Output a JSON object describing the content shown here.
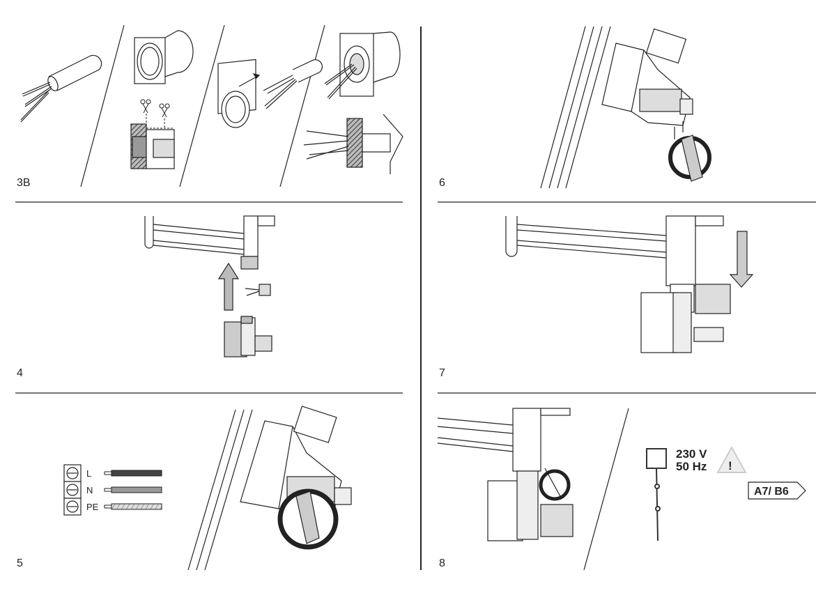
{
  "steps": [
    {
      "id": "3B",
      "label": "3B"
    },
    {
      "id": "4",
      "label": "4"
    },
    {
      "id": "5",
      "label": "5"
    },
    {
      "id": "6",
      "label": "6"
    },
    {
      "id": "7",
      "label": "7"
    },
    {
      "id": "8",
      "label": "8"
    }
  ],
  "wiring": {
    "terminals": [
      {
        "label": "L",
        "wire_color": "#444444"
      },
      {
        "label": "N",
        "wire_color": "#999999"
      },
      {
        "label": "PE",
        "wire_color": "#bbbbbb"
      }
    ]
  },
  "power": {
    "voltage": "230 V",
    "frequency": "50 Hz",
    "warning_symbol": "!",
    "reference": "A7/ B6"
  },
  "colors": {
    "line": "#222222",
    "fill_light": "#e6e6e6",
    "fill_mid": "#bdbdbd",
    "fill_dark": "#7a7a7a"
  }
}
